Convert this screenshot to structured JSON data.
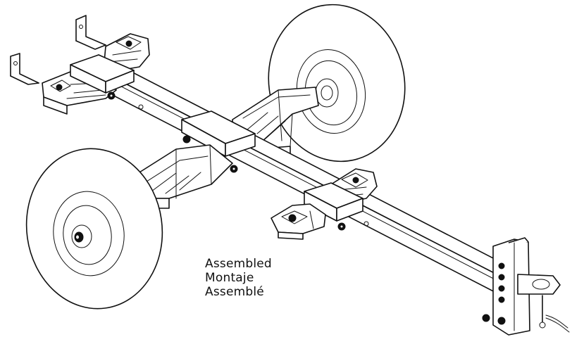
{
  "caption": {
    "line_en": "Assembled",
    "line_es": "Montaje",
    "line_fr": "Assemblé"
  },
  "colors": {
    "line": "#111111",
    "background": "#ffffff"
  }
}
